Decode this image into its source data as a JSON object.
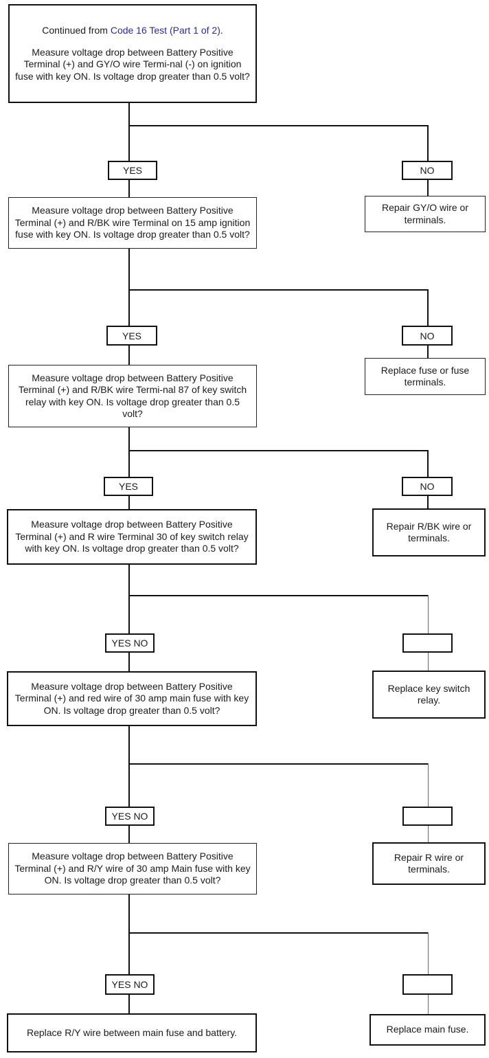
{
  "top_box": {
    "prefix": "Continued from ",
    "link": "Code 16 Test (Part 1 of 2)",
    "suffix": ".",
    "question": "Measure voltage drop between Battery Positive Terminal (+) and GY/O wire Termi-nal (-) on ignition fuse with key ON. Is voltage drop greater than 0.5 volt?"
  },
  "labels": {
    "yes": "YES",
    "no": "NO",
    "yes_no": "YES NO"
  },
  "steps": [
    {
      "question": "Measure voltage drop between Battery Positive Terminal (+) and R/BK wire Terminal on 15 amp ignition fuse with key ON. Is voltage drop greater than 0.5 volt?"
    },
    {
      "question": "Measure voltage drop between Battery Positive Terminal (+) and R/BK wire Termi-nal 87 of key switch relay with key ON. Is voltage drop greater than 0.5 volt?"
    },
    {
      "question": "Measure voltage drop between Battery Positive Terminal (+) and R wire Terminal 30 of key switch relay with key ON. Is voltage drop greater than 0.5 volt?"
    },
    {
      "question": "Measure voltage drop between Battery Positive Terminal (+) and red wire of 30 amp main fuse with key ON. Is voltage drop greater than 0.5 volt?"
    },
    {
      "question": "Measure voltage drop between Battery Positive Terminal (+) and R/Y wire of 30 amp Main fuse with key ON. Is voltage drop greater than 0.5 volt?"
    },
    {
      "question": "Replace R/Y wire between main fuse and battery."
    }
  ],
  "actions": [
    {
      "text": "Repair GY/O wire or terminals."
    },
    {
      "text": "Replace fuse or fuse terminals."
    },
    {
      "text": "Repair R/BK wire or terminals."
    },
    {
      "text": "Replace key switch relay."
    },
    {
      "text": "Repair R wire or terminals."
    },
    {
      "text": "Replace main fuse."
    }
  ]
}
